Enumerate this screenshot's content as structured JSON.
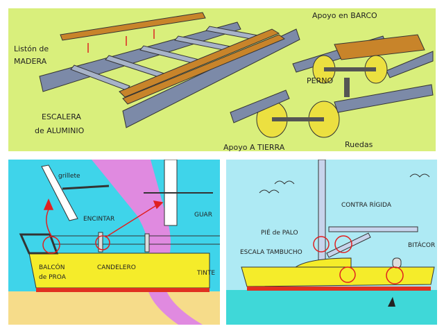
{
  "top_panel": {
    "labels": {
      "liston_1": "Listón de",
      "liston_2": "MADERA",
      "escalera_1": "ESCALERA",
      "escalera_2": "de ALUMINIO",
      "apoyo_barco": "Apoyo en BARCO",
      "perno": "PERNO",
      "ruedas": "Ruedas",
      "apoyo_tierra": "Apoyo A TIERRA"
    }
  },
  "bottom_left_panel": {
    "labels": {
      "grillete": "grillete",
      "encintar": "ENCINTAR",
      "guar": "GUAR",
      "balcon_1": "BALCÓN",
      "balcon_2": "de PROA",
      "candelero": "CANDELERO",
      "tinte": "TINTE"
    }
  },
  "bottom_right_panel": {
    "labels": {
      "contra_rigida": "CONTRA RÍGIDA",
      "pie_de_palo": "PIÉ de PALO",
      "escala_tambucho": "ESCALA TAMBUCHO",
      "bitacora": "BITÁCOR"
    }
  },
  "colors": {
    "highlight": "#e02020",
    "hull": "#f5ec2a",
    "sea": "#3fd4ea"
  }
}
